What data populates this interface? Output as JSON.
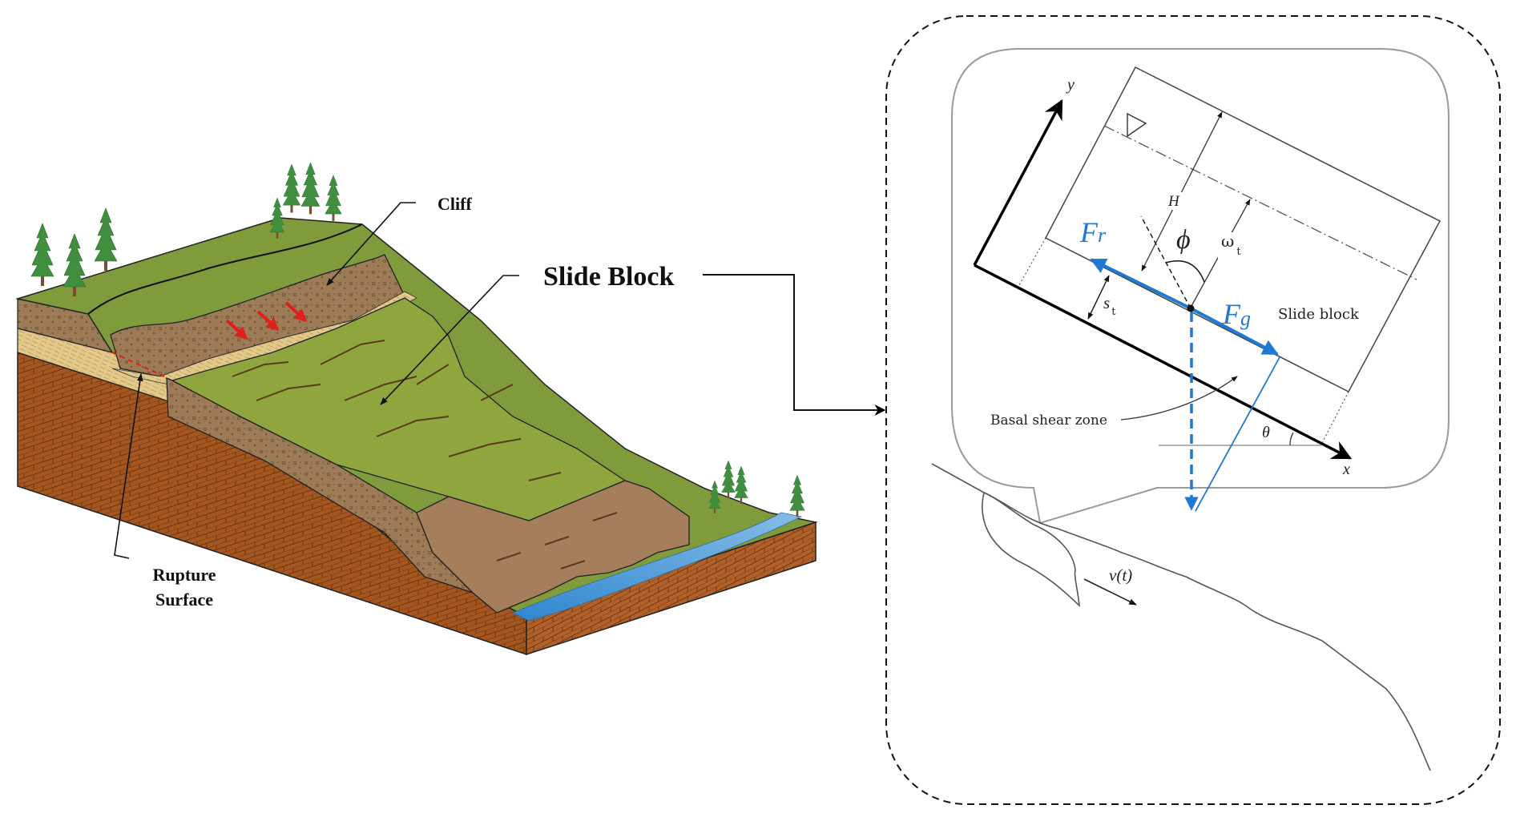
{
  "figure": {
    "left_panel": {
      "title": "Landslide block diagram",
      "labels": {
        "cliff": "Cliff",
        "slide_block": "Slide Block",
        "rupture_surface_line1": "Rupture",
        "rupture_surface_line2": "Surface"
      },
      "colors": {
        "grass": "#7f9b3c",
        "grass_light": "#9aad4a",
        "soil": "#9c7b56",
        "sand": "#e2c98a",
        "bedrock_brick": "#a4561f",
        "slide_mass_brown": "#a57f5c",
        "river": "#4a9bd8",
        "tree": "#3f8f3f",
        "motion_arrow": "#e0201b"
      },
      "motion_arrow_count": 3
    },
    "right_panel": {
      "title": "Slide block force model",
      "labels": {
        "y_axis": "y",
        "x_axis": "x",
        "height": "H",
        "water_depth": "ω",
        "water_depth_sub": "t",
        "shear_thickness": "s",
        "shear_thickness_sub": "t",
        "angle_phi": "ϕ",
        "angle_theta": "θ",
        "resisting_force": "F",
        "resisting_force_sub": "r",
        "gravity_force": "F",
        "gravity_force_sub": "g",
        "slide_block": "Slide block",
        "basal_shear_zone": "Basal shear zone",
        "velocity": "v(t)",
        "water_table_symbol": "▽"
      },
      "colors": {
        "force_blue": "#1f78d1",
        "line": "#333333",
        "panel_border": "#9a9a9a"
      }
    }
  }
}
